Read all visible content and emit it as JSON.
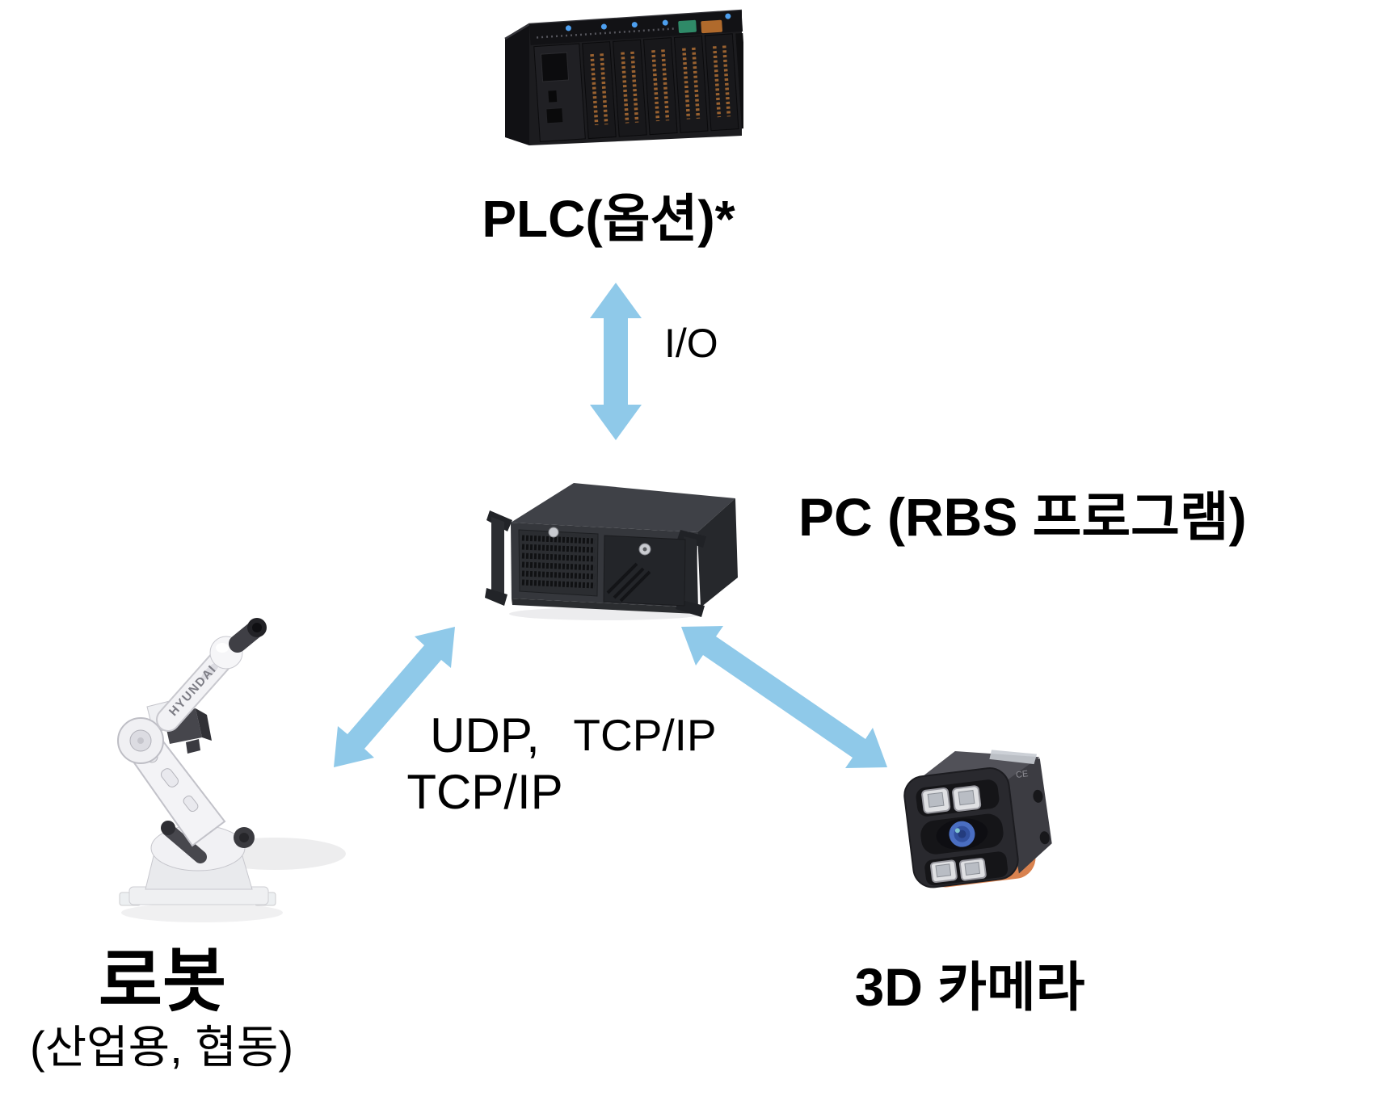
{
  "page": {
    "background": "#FFFFFF"
  },
  "colors": {
    "arrow": "#8FC9E9",
    "text": "#000000",
    "plc_led": "#4D9FEF",
    "plc_connector_green": "#2F8A68",
    "plc_connector_orange": "#B06A2C",
    "camera_accent": "#D9824F",
    "camera_lens": "#4A6EC2"
  },
  "nodes": {
    "plc": {
      "label": "PLC(옵션)*"
    },
    "pc": {
      "label": "PC (RBS 프로그램)"
    },
    "robot": {
      "label": "로봇",
      "sublabel": "(산업용, 협동)",
      "brand": "HYUNDAI"
    },
    "camera": {
      "label": "3D 카메라",
      "mark": "CE"
    }
  },
  "edges": {
    "plc_pc": {
      "label": "I/O"
    },
    "robot_pc": {
      "label_line1": "UDP,",
      "label_line2": "TCP/IP"
    },
    "camera_pc": {
      "label": "TCP/IP"
    }
  }
}
